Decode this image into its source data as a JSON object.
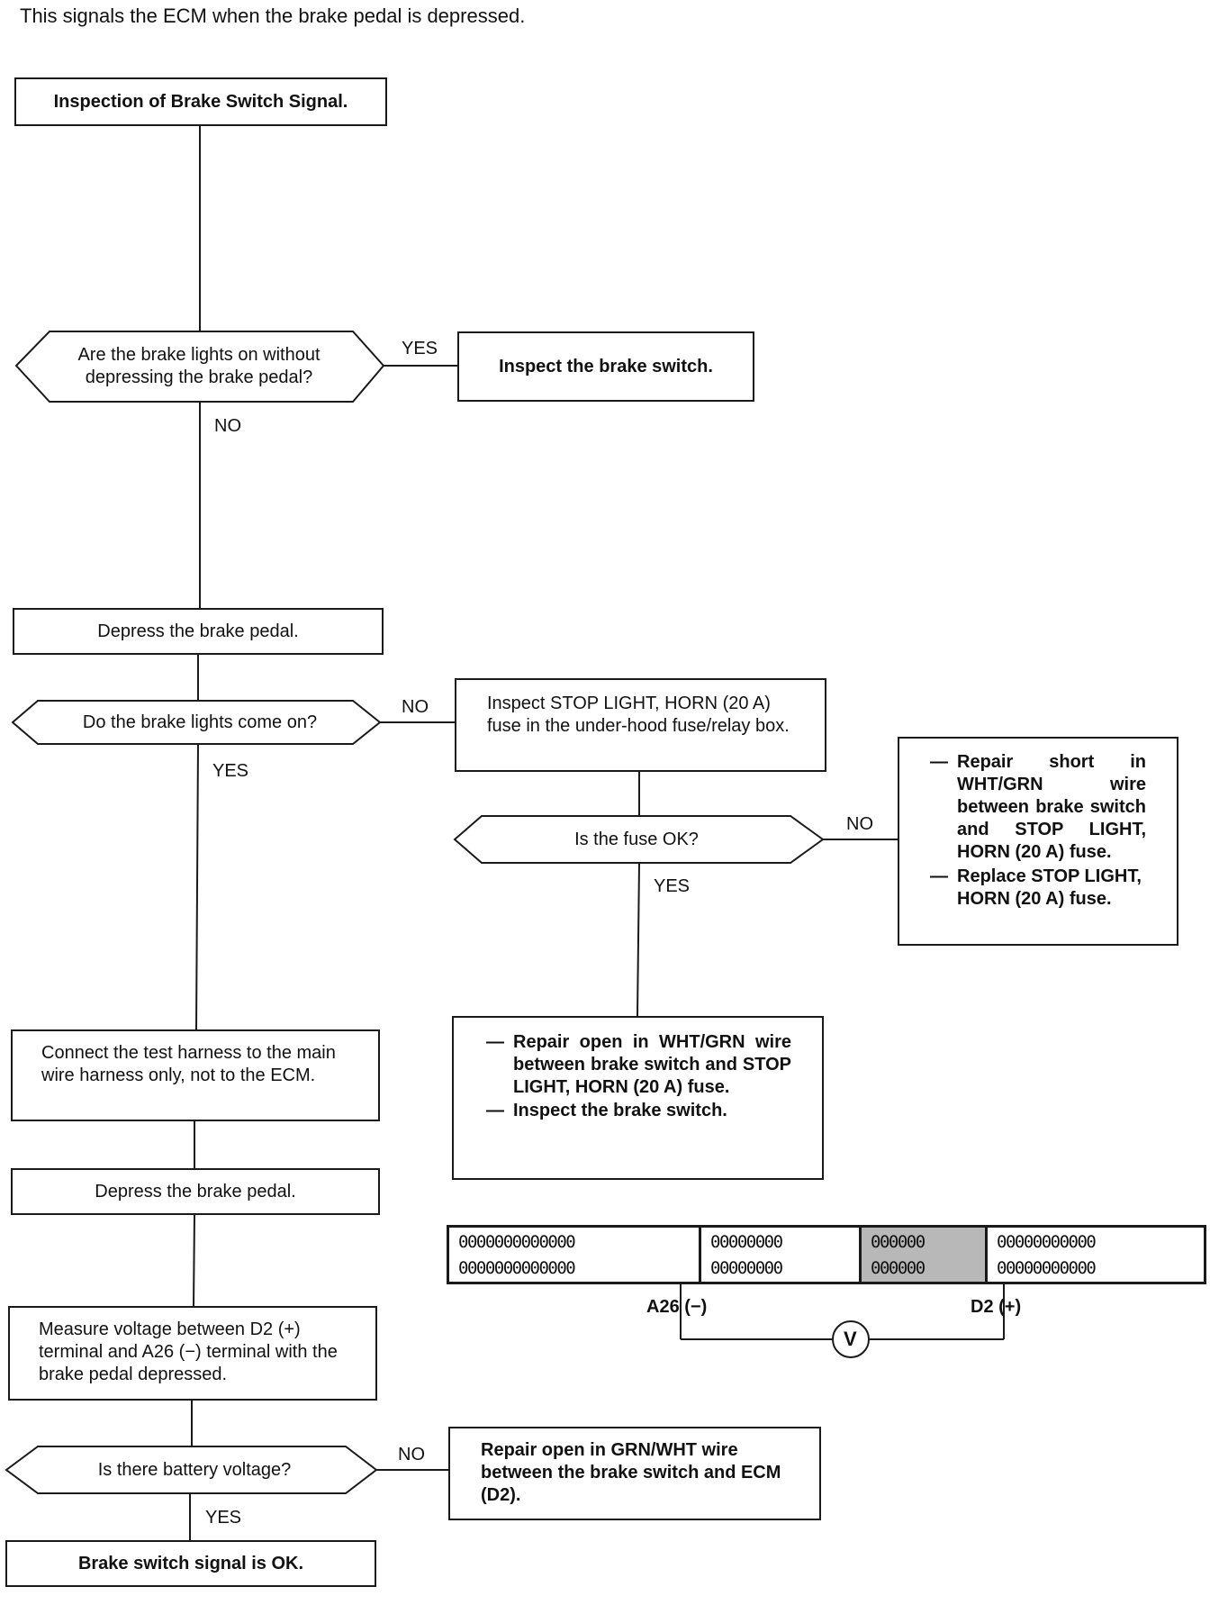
{
  "intro_text": "This signals the ECM when the brake pedal is depressed.",
  "nodes": {
    "start": "Inspection of Brake Switch Signal.",
    "q_lights_on": "Are the brake lights on without depressing the brake pedal?",
    "inspect_switch": "Inspect the brake switch.",
    "depress_1": "Depress the brake pedal.",
    "q_lights_come_on": "Do the brake lights come on?",
    "inspect_fuse": "Inspect STOP LIGHT, HORN (20 A) fuse in the under-hood fuse/relay box.",
    "q_fuse_ok": "Is the fuse OK?",
    "repair_short_1": "Repair short in WHT/GRN wire between brake switch and STOP LIGHT, HORN (20 A) fuse.",
    "repair_short_2": "Replace STOP LIGHT, HORN (20 A) fuse.",
    "repair_open_1": "Repair open in WHT/GRN wire between brake switch and STOP LIGHT, HORN (20 A) fuse.",
    "repair_open_2": "Inspect the brake switch.",
    "connect_harness": "Connect the test harness to the main wire harness only, not to the ECM.",
    "depress_2": "Depress the brake pedal.",
    "measure": "Measure voltage between D2 (+) terminal and A26 (−) terminal with the brake pedal depressed.",
    "q_battery": "Is there battery voltage?",
    "repair_grn": "Repair open in GRN/WHT wire between the brake switch and ECM (D2).",
    "ok": "Brake switch signal is OK."
  },
  "labels": {
    "yes": "YES",
    "no": "NO"
  },
  "connector": {
    "seg1_row1": "0000000000000",
    "seg1_row2": "0000000000000",
    "seg2_row1": "00000000",
    "seg2_row2": "00000000",
    "seg3_row1": "000000",
    "seg3_row2": "000000",
    "seg4_row1": "00000000000",
    "seg4_row2": "00000000000",
    "a26_label": "A26 (−)",
    "d2_label": "D2 (+)",
    "meter_symbol": "V"
  }
}
